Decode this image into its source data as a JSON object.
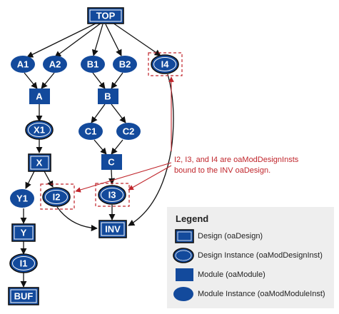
{
  "colors": {
    "node_fill": "#134a9c",
    "edge": "#111111",
    "highlight": "#c0262c",
    "legend_bg": "#eeeeee"
  },
  "nodes": {
    "top": "TOP",
    "a1": "A1",
    "a2": "A2",
    "b1": "B1",
    "b2": "B2",
    "i4": "I4",
    "a": "A",
    "b": "B",
    "x1": "X1",
    "c1": "C1",
    "c2": "C2",
    "x": "X",
    "c": "C",
    "y1": "Y1",
    "i2": "I2",
    "i3": "I3",
    "inv": "INV",
    "y": "Y",
    "i1": "I1",
    "buf": "BUF"
  },
  "annotation": {
    "line1": "I2, I3, and I4 are oaModDesignInsts",
    "line2": "bound to the INV oaDesign."
  },
  "legend": {
    "title": "Legend",
    "items": [
      {
        "shape": "design",
        "label": "Design  (oaDesign)"
      },
      {
        "shape": "design-instance",
        "label": "Design Instance (oaModDesignInst)"
      },
      {
        "shape": "module",
        "label": "Module (oaModule)"
      },
      {
        "shape": "module-instance",
        "label": "Module Instance (oaModModuleInst)"
      }
    ]
  }
}
